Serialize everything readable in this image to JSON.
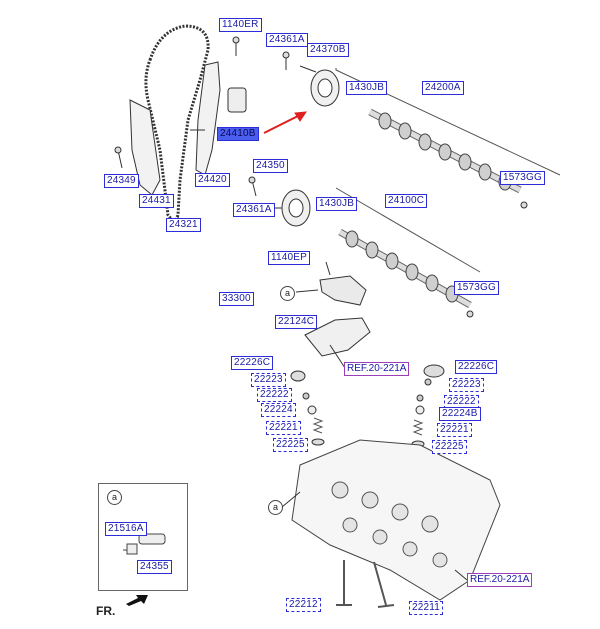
{
  "labels": {
    "l1140er": "1140ER",
    "l24361a_top": "24361A",
    "l24370b": "24370B",
    "l1430jb_top": "1430JB",
    "l24200a": "24200A",
    "l24410b": "24410B",
    "l24349": "24349",
    "l24431": "24431",
    "l24420": "24420",
    "l24321": "24321",
    "l1573gg_top": "1573GG",
    "l24350": "24350",
    "l24361a_mid": "24361A",
    "l1430jb_mid": "1430JB",
    "l24100c": "24100C",
    "l1140ep": "1140EP",
    "l1573gg_mid": "1573GG",
    "l33300": "33300",
    "l22124c": "22124C",
    "l22226c_left": "22226C",
    "l22226c_right": "22226C",
    "l22223_left": "22223",
    "l22223_right": "22223",
    "l22222_left": "22222",
    "l22222_right": "22222",
    "l22224_left": "22224",
    "l22224b": "22224B",
    "l22221_left": "22221",
    "l22221_right": "22221",
    "l22225_left": "22225",
    "l22225_right": "22225",
    "l21516a": "21516A",
    "l24355": "24355",
    "l22212": "22212",
    "l22211": "22211"
  },
  "refs": {
    "ref_mid": "REF.20-221A",
    "ref_bottom": "REF.20-221A"
  },
  "markers": {
    "a_circle": "a"
  },
  "footer": {
    "fr": "FR."
  },
  "colors": {
    "label_border": "#2c2cd8",
    "highlight": "#4a5ef0",
    "callout_arrow": "#e02020",
    "ref_border": "#9a3fb8"
  }
}
